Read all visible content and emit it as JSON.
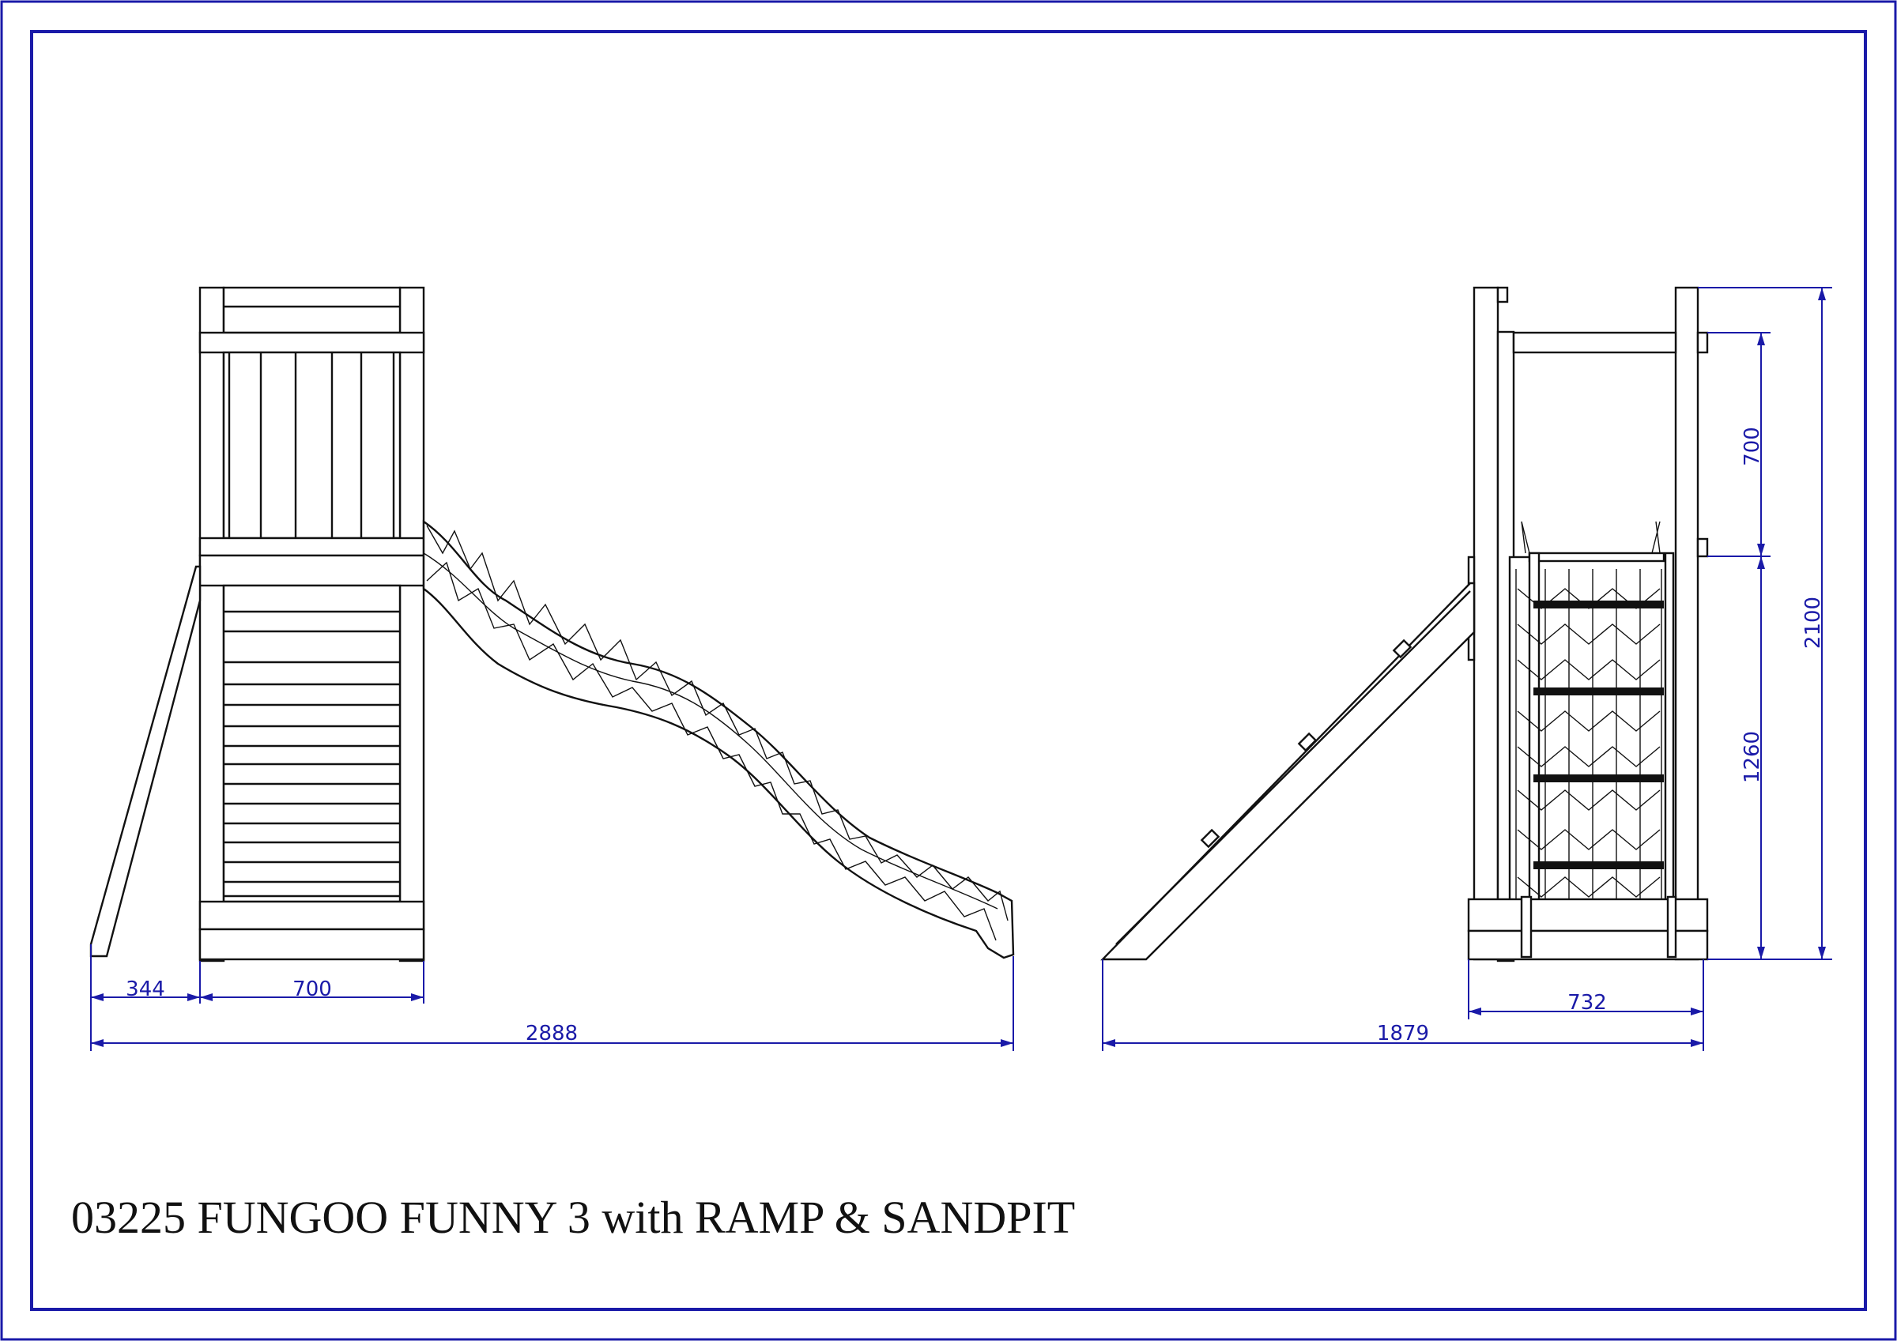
{
  "title": "03225 FUNGOO FUNNY 3 with RAMP & SANDPIT",
  "colors": {
    "frame": "#1a1aa8",
    "dimension": "#1a1aa8",
    "drawing": "#111111",
    "background": "#ffffff"
  },
  "dimensions": {
    "front_ladder_offset": "344",
    "front_platform_width": "700",
    "front_total_length": "2888",
    "side_total_length": "1879",
    "side_width": "732",
    "side_upper_height": "700",
    "side_platform_height": "1260",
    "side_total_height": "2100"
  }
}
